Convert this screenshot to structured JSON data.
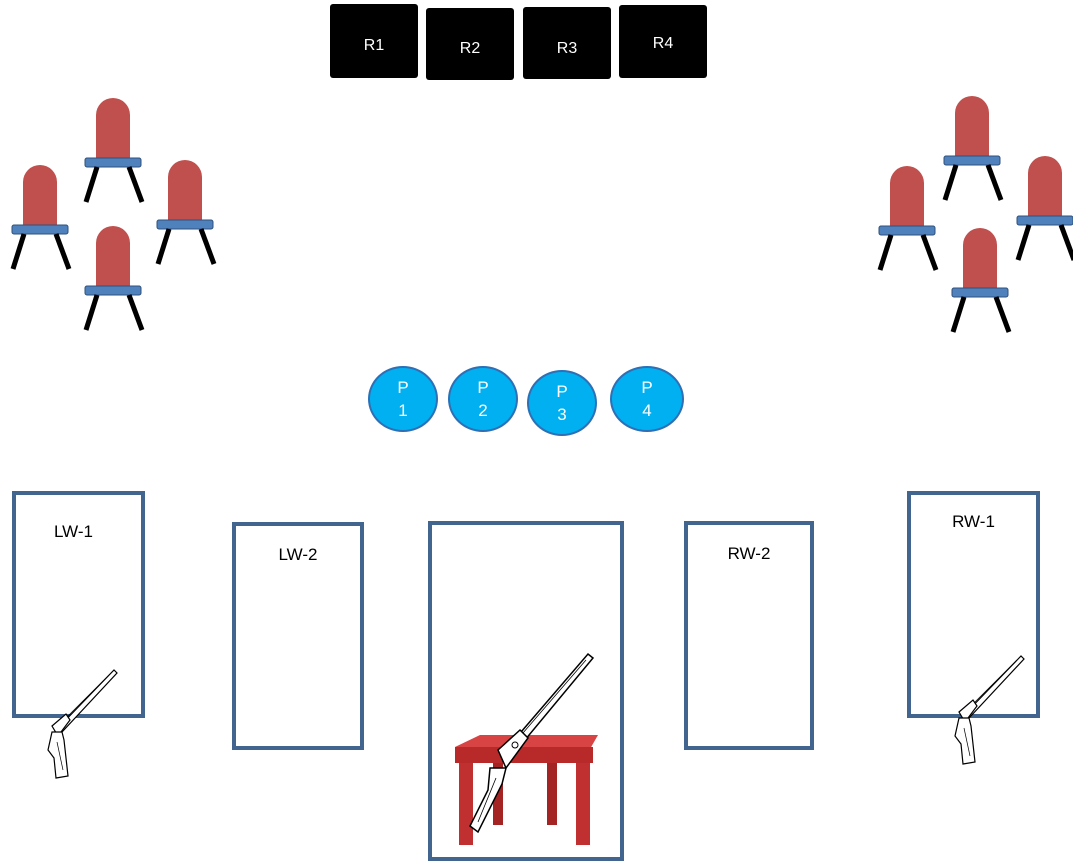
{
  "rooms": [
    {
      "label": "R1"
    },
    {
      "label": "R2"
    },
    {
      "label": "R3"
    },
    {
      "label": "R4"
    }
  ],
  "pods": [
    {
      "line1": "P",
      "line2": "1"
    },
    {
      "line1": "P",
      "line2": "2"
    },
    {
      "line1": "P",
      "line2": "3"
    },
    {
      "line1": "P",
      "line2": "4"
    }
  ],
  "stations": [
    {
      "label": "LW-1"
    },
    {
      "label": "LW-2"
    },
    {
      "label": ""
    },
    {
      "label": "RW-2"
    },
    {
      "label": "RW-1"
    }
  ],
  "colors": {
    "room_fill": "#000000",
    "pod_fill": "#00b0f0",
    "pod_border": "#2e6fb5",
    "station_border": "#41658f",
    "chair_back": "#c0504d",
    "chair_seat": "#4f81bd",
    "table": "#cc3333"
  },
  "icons": [
    "chair-icon",
    "rifle-icon",
    "table-icon"
  ]
}
